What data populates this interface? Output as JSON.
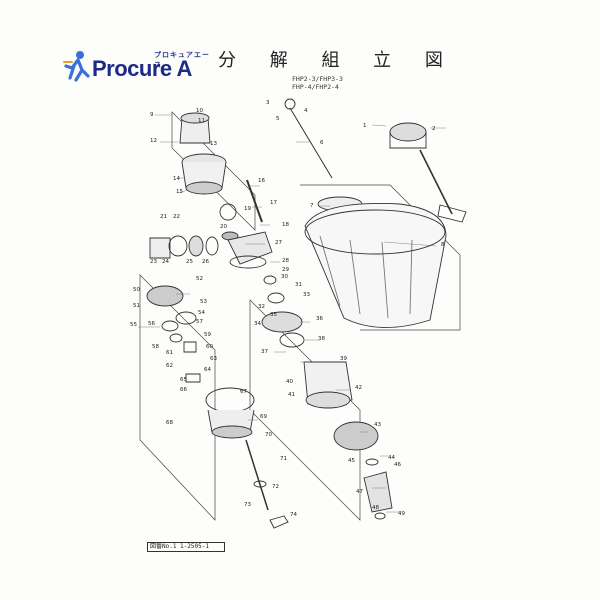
{
  "brand": {
    "name": "Procure A",
    "kana": "プロキュアエース",
    "colors": {
      "primary": "#1d2a86",
      "accent": "#3a6fd8"
    },
    "icon": "runner-figure-icon"
  },
  "title": "分 解 組 立 図",
  "models": [
    "FHP2-3/FHP3-3",
    "FHP-4/FHP2-4"
  ],
  "drawing_number": "図番No.1 1-2505-1",
  "part_numbers": [
    "1",
    "2",
    "3",
    "4",
    "5",
    "6",
    "7",
    "8",
    "9",
    "10",
    "11",
    "12",
    "13",
    "14",
    "15",
    "16",
    "17",
    "18",
    "19",
    "20",
    "21",
    "22",
    "23",
    "24",
    "25",
    "26",
    "27",
    "28",
    "29",
    "30",
    "31",
    "32",
    "33",
    "34",
    "35",
    "36",
    "37",
    "38",
    "39",
    "40",
    "41",
    "42",
    "43",
    "44",
    "45",
    "46",
    "47",
    "48",
    "49",
    "50",
    "51",
    "52",
    "53",
    "54",
    "55",
    "56",
    "57",
    "58",
    "59",
    "60",
    "61",
    "62",
    "63",
    "64",
    "65",
    "66",
    "67",
    "68",
    "69",
    "70",
    "71",
    "72",
    "73",
    "74"
  ]
}
